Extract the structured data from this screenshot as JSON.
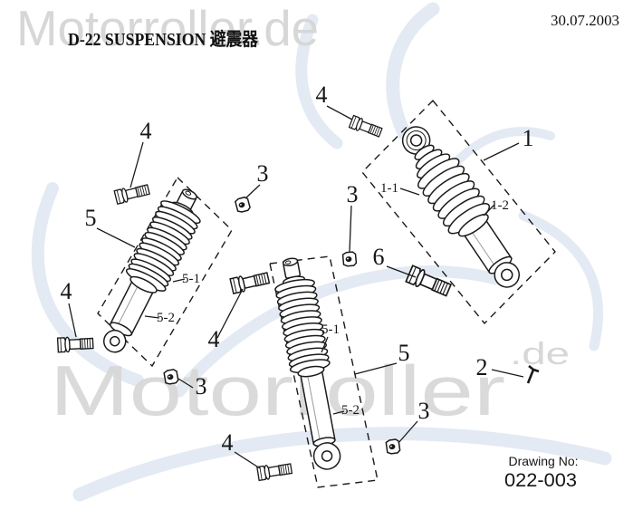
{
  "header": {
    "title": "D-22 SUSPENSION  避震器",
    "date": "30.07.2003"
  },
  "watermark": {
    "top": "Motorroller.de",
    "bottom": "Motorroller",
    "bottom_suffix": ".de"
  },
  "footer": {
    "drawing_no_label": "Drawing No:",
    "drawing_no_value": "022-003"
  },
  "colors": {
    "line": "#1a1a1a",
    "watermark_gray": "#d7d7d7",
    "swirl_blue": "#ccd9ea"
  },
  "diagram": {
    "part_labels": [
      {
        "part": "rear-shock-assembly",
        "text": "1"
      },
      {
        "part": "shock-spring",
        "text": "1-1"
      },
      {
        "part": "shock-damper-body",
        "text": "1-2"
      },
      {
        "part": "clip-pin",
        "text": "2"
      },
      {
        "part": "nut-upper-left",
        "text": "3"
      },
      {
        "part": "nut-middle",
        "text": "3"
      },
      {
        "part": "nut-lower-left",
        "text": "3"
      },
      {
        "part": "nut-lower-right",
        "text": "3"
      },
      {
        "part": "bolt-upper-left",
        "text": "4"
      },
      {
        "part": "bolt-top-middle",
        "text": "4"
      },
      {
        "part": "bolt-left",
        "text": "4"
      },
      {
        "part": "bolt-middle",
        "text": "4"
      },
      {
        "part": "bolt-bottom",
        "text": "4"
      },
      {
        "part": "front-shock-assembly-left",
        "text": "5"
      },
      {
        "part": "front-shock-assembly-middle",
        "text": "5"
      },
      {
        "part": "front-shock-spring-left",
        "text": "5-1"
      },
      {
        "part": "front-shock-spring-middle",
        "text": "5-1"
      },
      {
        "part": "front-shock-damper-left",
        "text": "5-2"
      },
      {
        "part": "front-shock-damper-middle",
        "text": "5-2"
      },
      {
        "part": "long-bolt",
        "text": "6"
      }
    ]
  }
}
